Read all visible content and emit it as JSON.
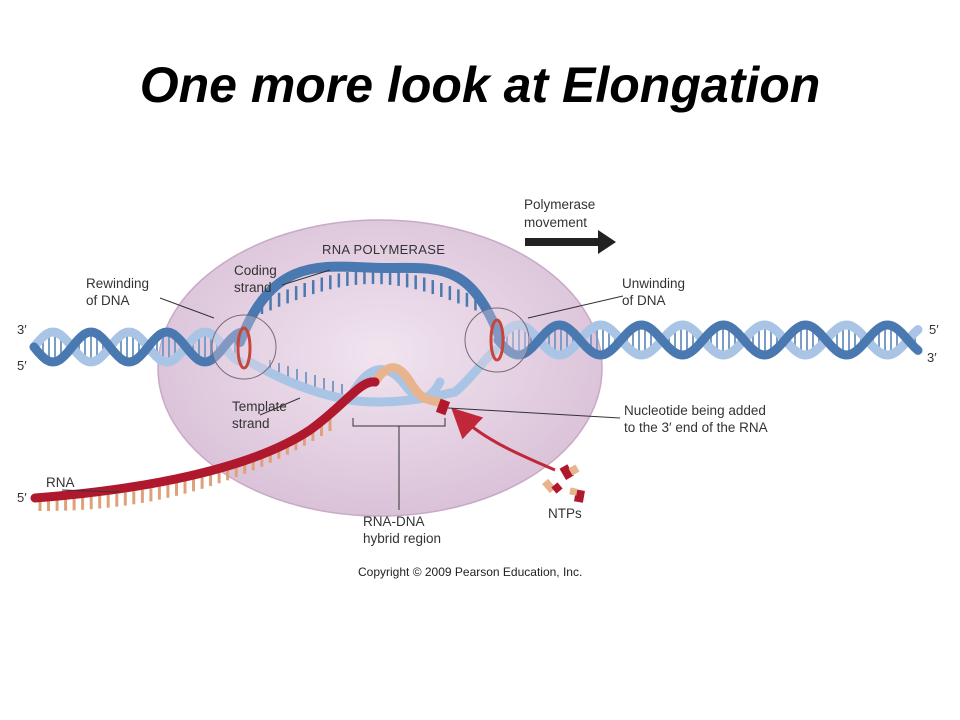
{
  "slide": {
    "title": "One more look at Elongation"
  },
  "diagram": {
    "enzyme_label": "RNA POLYMERASE",
    "labels": {
      "polymerase_movement": [
        "Polymerase",
        "movement"
      ],
      "rewinding": [
        "Rewinding",
        "of DNA"
      ],
      "coding_strand": [
        "Coding",
        "strand"
      ],
      "unwinding": [
        "Unwinding",
        "of DNA"
      ],
      "template_strand": [
        "Template",
        "strand"
      ],
      "nucleotide_added": [
        "Nucleotide being added",
        "to the 3′ end of the RNA"
      ],
      "rna": "RNA",
      "hybrid_region": [
        "RNA-DNA",
        "hybrid region"
      ],
      "ntps": "NTPs"
    },
    "strand_ends": {
      "left_top": "3′",
      "left_bottom": "5′",
      "right_top": "5′",
      "right_bottom": "3′",
      "rna_start": "5′"
    },
    "copyright": "Copyright © 2009 Pearson Education, Inc.",
    "colors": {
      "enzyme_fill": "#e3cfe0",
      "dna_dark": "#4a78b0",
      "dna_light": "#a9c4e4",
      "rna": "#b0182e",
      "rna_base": "#e8b48e",
      "arrow": "#c0283a"
    }
  }
}
